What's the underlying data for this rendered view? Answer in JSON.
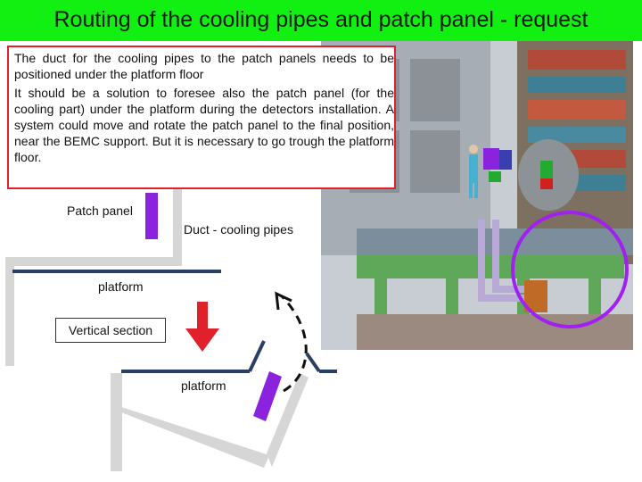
{
  "slide": {
    "title": "Routing of the cooling pipes and patch panel - request"
  },
  "note": {
    "paragraph_1": "The duct for the cooling pipes to the patch panels needs to be positioned under the platform floor",
    "paragraph_2": "It should be a solution to foresee also the patch panel (for the cooling part) under the platform during the detectors installation. A system could move and rotate the patch panel to the final position, near the BEMC support. But it is necessary to go trough the platform floor."
  },
  "labels": {
    "patch_panel": "Patch panel",
    "duct": "Duct - cooling pipes",
    "platform_upper": "platform",
    "platform_lower": "platform",
    "vertical_section": "Vertical section"
  },
  "colors": {
    "title_bar": "#12f012",
    "note_border": "#e0202a",
    "patch_panel": "#8b22dd",
    "arrow": "#e0202a",
    "highlight_circle": "#a020f0",
    "platform_beam": "#2a3f66",
    "duct_wall": "#d6d6d6"
  }
}
